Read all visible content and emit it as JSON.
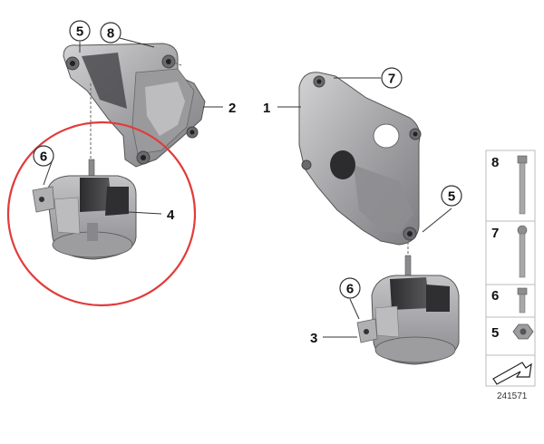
{
  "callouts": {
    "c1": "1",
    "c2": "2",
    "c3": "3",
    "c4": "4",
    "c5_top": "5",
    "c5_right": "5",
    "c6_left": "6",
    "c6_right": "6",
    "c7": "7",
    "c8": "8"
  },
  "legend": {
    "items": [
      "8",
      "7",
      "6",
      "5"
    ]
  },
  "reference_number": "241571",
  "colors": {
    "highlight_circle": "#e23b3b",
    "part_gray": "#a9a9ab",
    "rubber_dark": "#3a3a3c"
  }
}
